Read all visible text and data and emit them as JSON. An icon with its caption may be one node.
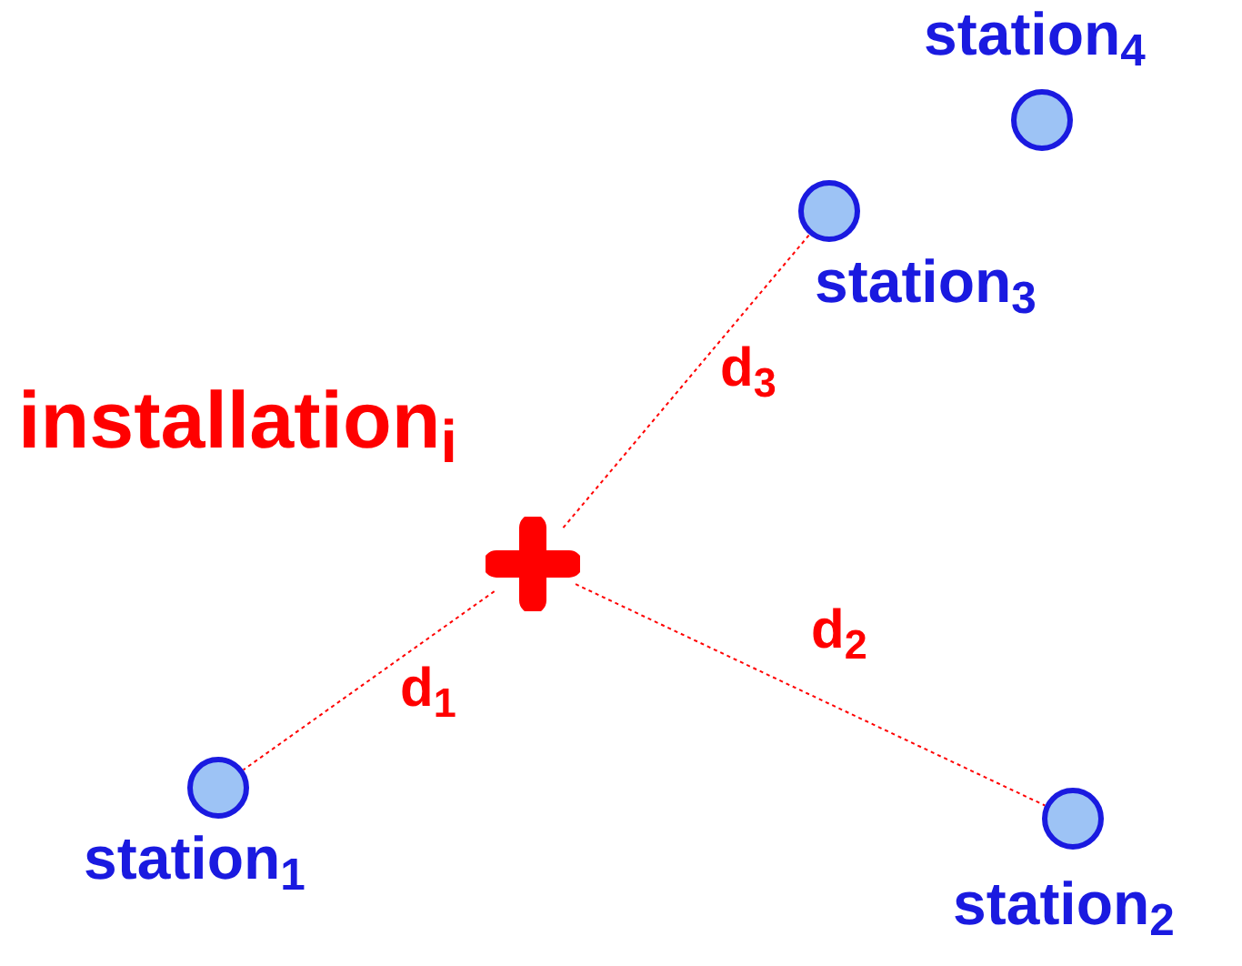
{
  "diagram": {
    "nodes": [
      {
        "text": [],
        "shape": "circle",
        "beside": [
          "station$_{4}$"
        ]
      },
      {
        "text": [],
        "shape": "circle",
        "beside": [
          "station$_{3}$"
        ]
      },
      {
        "text": [],
        "shape": "cross",
        "beside": [
          "installation$_{i}$"
        ]
      },
      {
        "text": [],
        "shape": "circle",
        "beside": [
          "station$_{1}$"
        ]
      },
      {
        "text": [],
        "shape": "circle",
        "beside": [
          "station$_{2}$"
        ]
      }
    ],
    "edges": [
      {
        "from": 2,
        "to": 1,
        "arrow": "none",
        "label": "d$_{3}$",
        "style": "dashed"
      },
      {
        "from": 2,
        "to": 4,
        "arrow": "none",
        "label": "d$_{2}$",
        "style": "dashed"
      },
      {
        "from": 2,
        "to": 3,
        "arrow": "none",
        "label": "d$_{1}$",
        "style": "dashed"
      }
    ]
  }
}
